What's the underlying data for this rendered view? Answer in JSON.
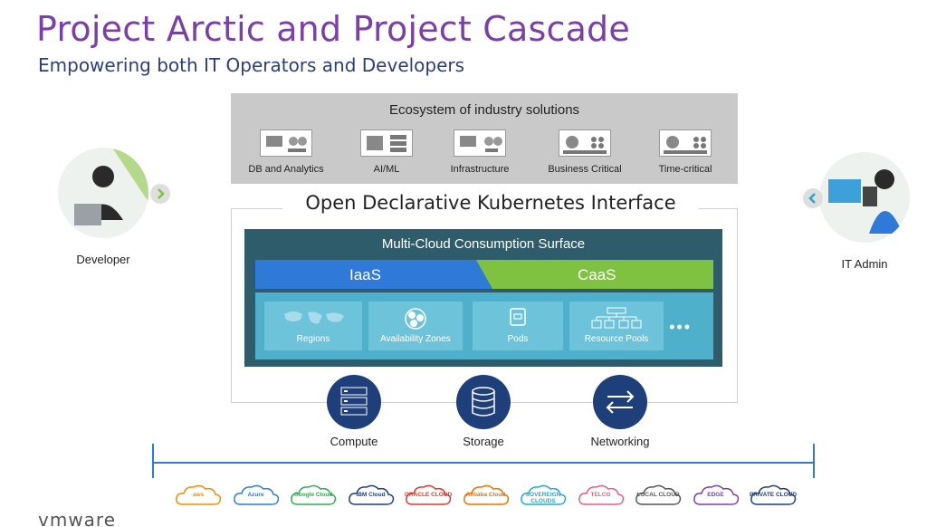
{
  "header": {
    "title": "Project Arctic and Project Cascade",
    "subtitle": "Empowering both IT Operators and Developers"
  },
  "ecosystem": {
    "title": "Ecosystem of industry solutions",
    "items": [
      {
        "label": "DB and Analytics",
        "icon": "database-analytics-icon"
      },
      {
        "label": "AI/ML",
        "icon": "ai-ml-icon"
      },
      {
        "label": "Infrastructure",
        "icon": "infrastructure-icon"
      },
      {
        "label": "Business Critical",
        "icon": "business-critical-icon"
      },
      {
        "label": "Time-critical",
        "icon": "time-critical-icon"
      }
    ]
  },
  "kubernetes": {
    "title": "Open Declarative Kubernetes Interface",
    "surface_title": "Multi-Cloud Consumption Surface",
    "iaas": "IaaS",
    "caas": "CaaS",
    "resources": [
      {
        "label": "Regions",
        "icon": "world-map-icon"
      },
      {
        "label": "Availability Zones",
        "icon": "zones-icon"
      },
      {
        "label": "Pods",
        "icon": "pod-icon"
      },
      {
        "label": "Resource Pools",
        "icon": "hierarchy-icon"
      }
    ],
    "more": "•••"
  },
  "infrastructure": [
    {
      "label": "Compute",
      "icon": "server-icon"
    },
    {
      "label": "Storage",
      "icon": "storage-icon"
    },
    {
      "label": "Networking",
      "icon": "arrows-icon"
    }
  ],
  "personas": {
    "developer": "Developer",
    "it_admin": "IT Admin"
  },
  "clouds": [
    {
      "label": "aws",
      "color": "#f08c00"
    },
    {
      "label": "Azure",
      "color": "#2f7ad8"
    },
    {
      "label": "Google Cloud",
      "color": "#34a853"
    },
    {
      "label": "IBM Cloud",
      "color": "#1f3f7a"
    },
    {
      "label": "ORACLE CLOUD",
      "color": "#d83a2e"
    },
    {
      "label": "Alibaba Cloud",
      "color": "#f07000"
    },
    {
      "label": "SOVEREIGN CLOUDS",
      "color": "#2aa7c9"
    },
    {
      "label": "TELCO",
      "color": "#e2607f"
    },
    {
      "label": "LOCAL CLOUD",
      "color": "#555555"
    },
    {
      "label": "EDGE",
      "color": "#7b3fa8"
    },
    {
      "label": "PRIVATE CLOUD",
      "color": "#1f3f7a"
    }
  ],
  "brand": "vmware"
}
